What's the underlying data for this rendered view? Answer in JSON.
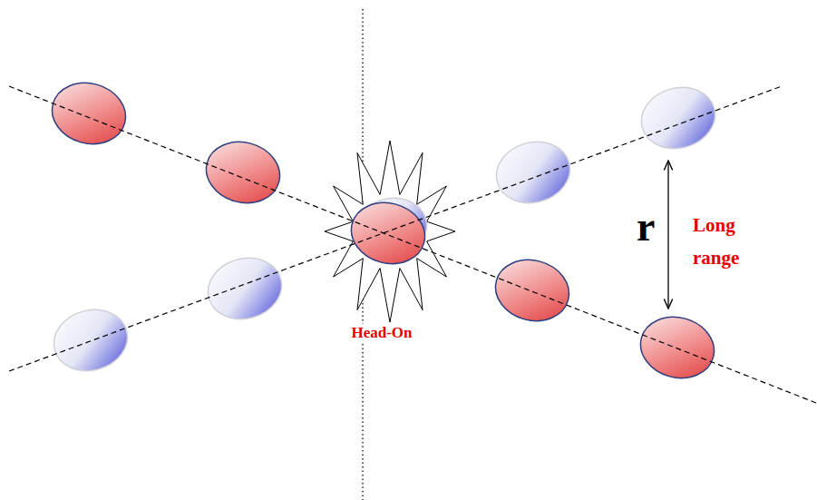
{
  "diagram": {
    "labels": [
      "Head-On",
      "r",
      "Long range"
    ]
  }
}
